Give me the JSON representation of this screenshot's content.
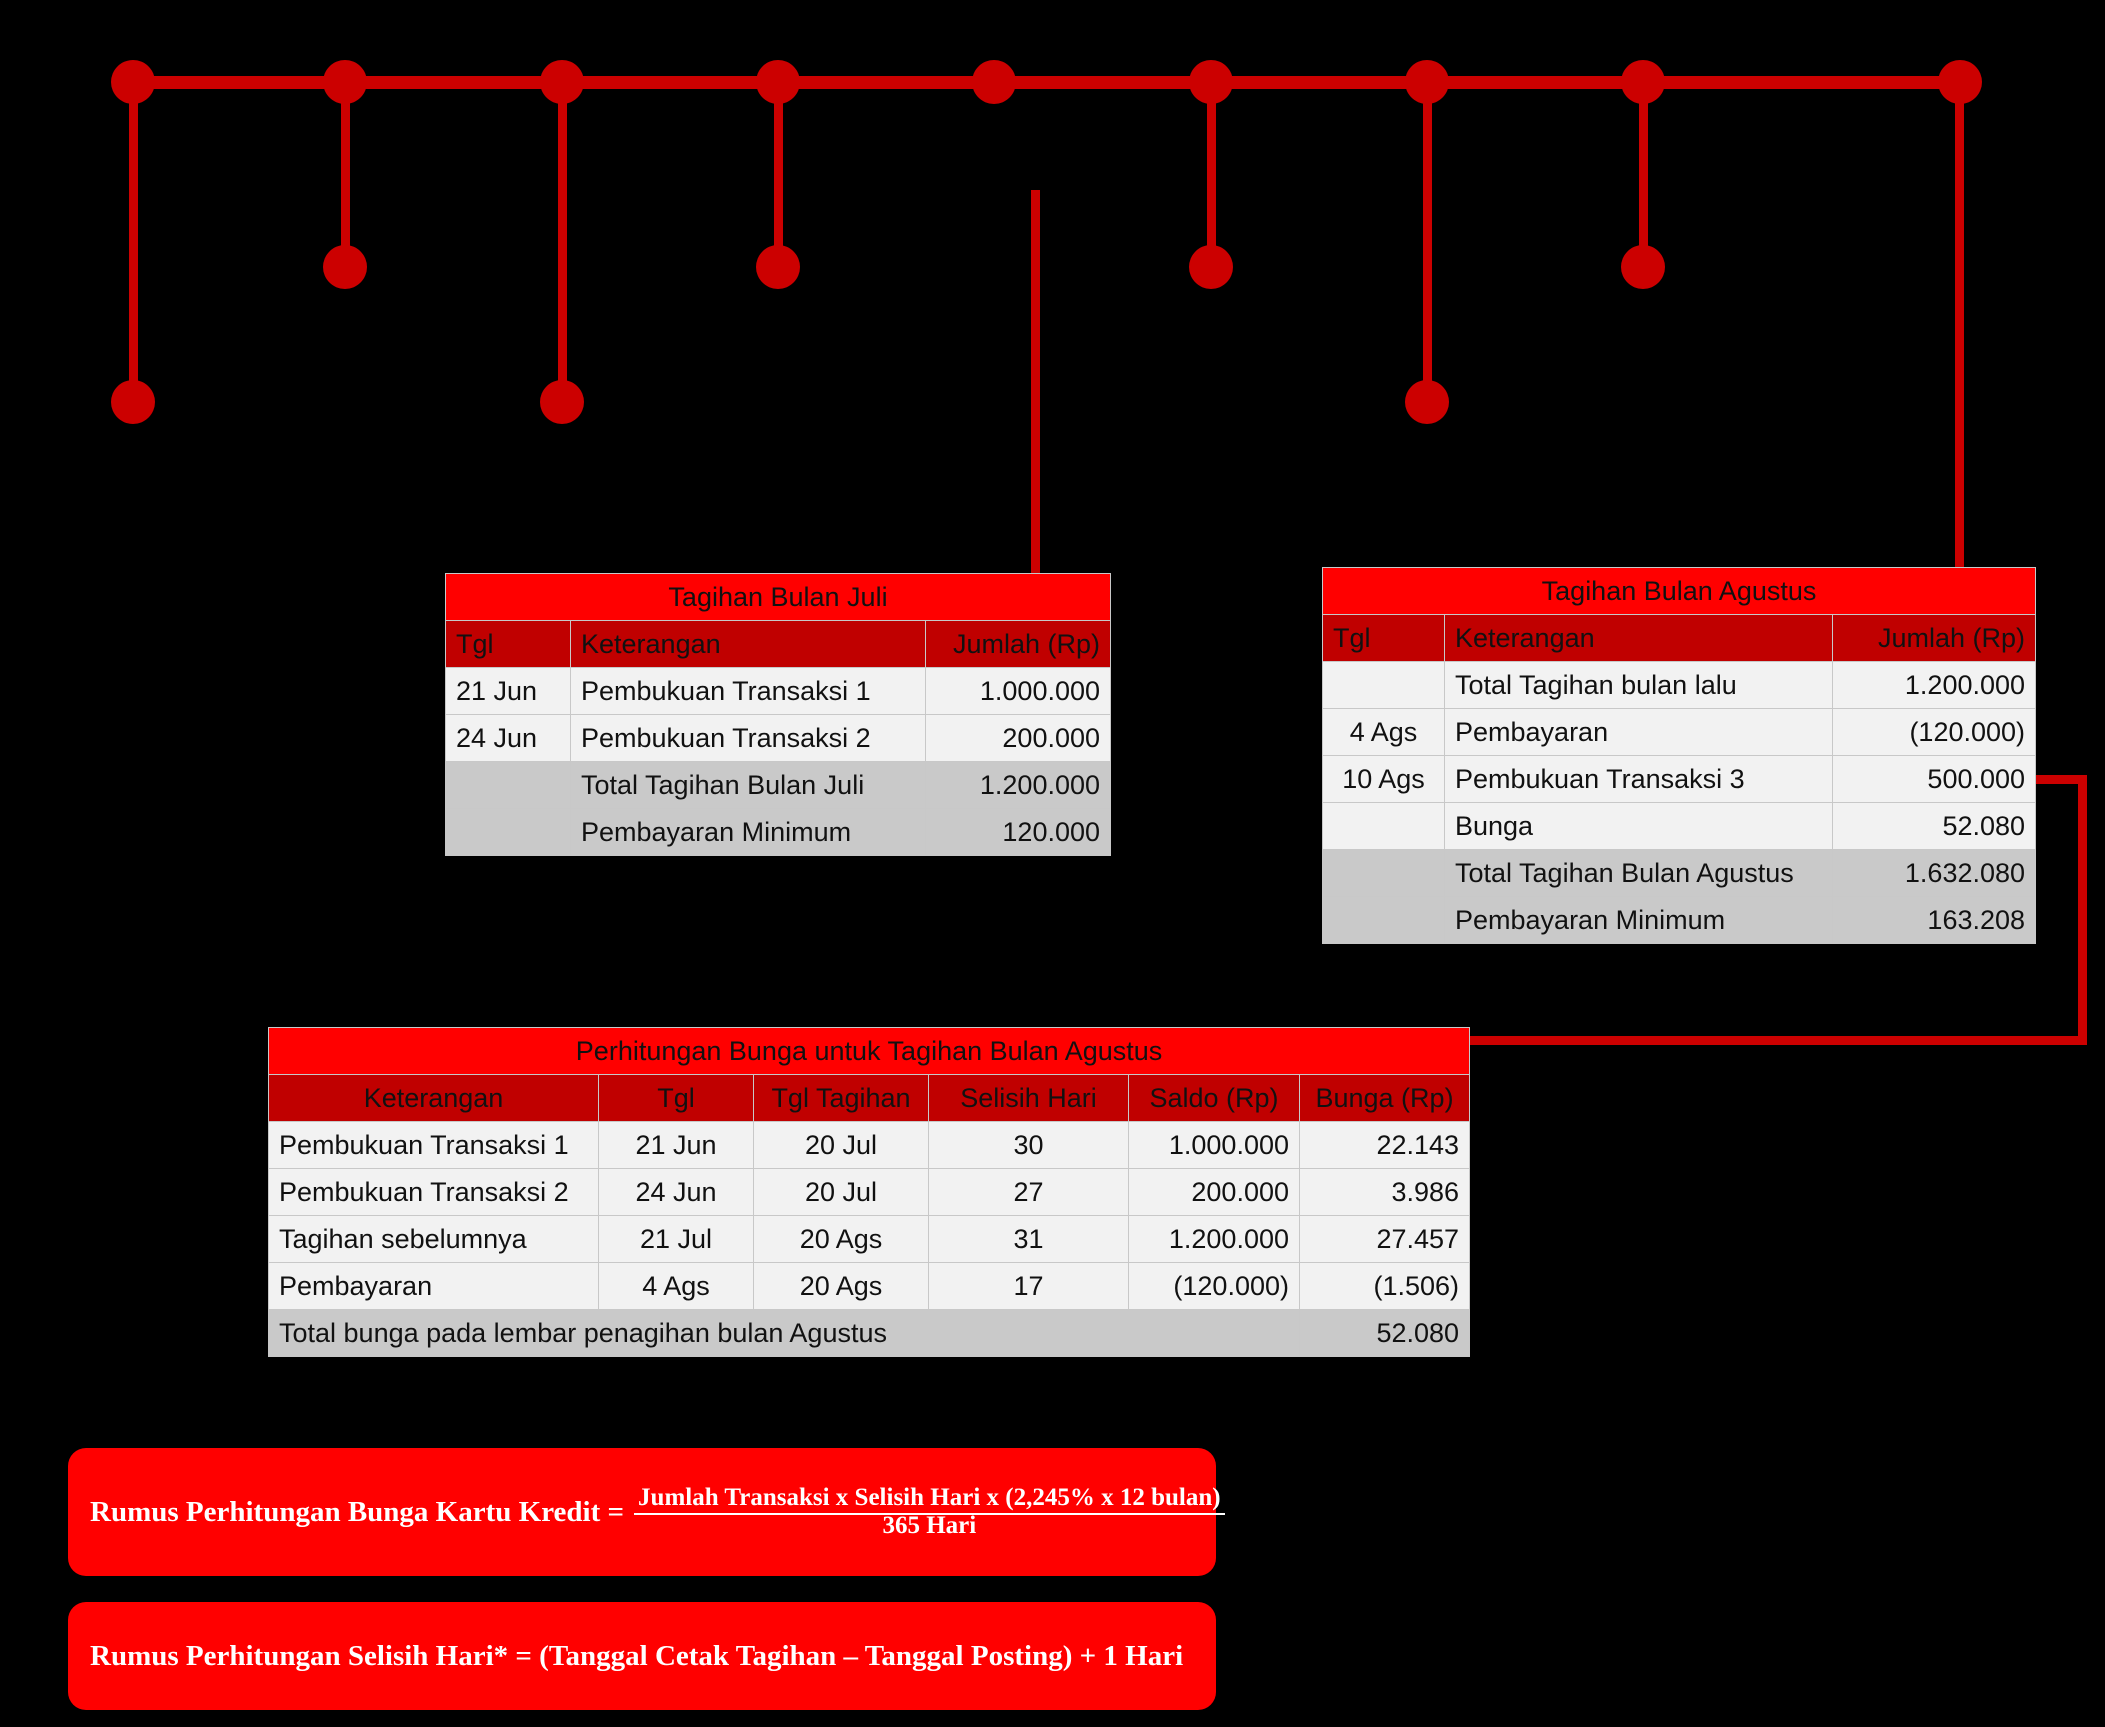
{
  "theme": {
    "bg": "#000000",
    "accent_bright": "#ff0000",
    "accent_dark": "#c00000",
    "rail": "#cc0000",
    "row_light": "#f2f2f2",
    "row_shade": "#c9c9c9"
  },
  "timeline": {
    "node_count": 9,
    "nodes_x": [
      133,
      345,
      562,
      778,
      994,
      1211,
      1427,
      1643,
      1960
    ],
    "drop_y": [
      320,
      185,
      320,
      185,
      0,
      185,
      320,
      185,
      0
    ],
    "connector_lines": [
      "juli-table-connector",
      "agustus-table-connector",
      "agustus-to-bunga-connector"
    ]
  },
  "tables": {
    "juli": {
      "title": "Tagihan Bulan Juli",
      "headers": [
        "Tgl",
        "Keterangan",
        "Jumlah (Rp)"
      ],
      "rows": [
        {
          "tgl": "21 Jun",
          "ket": "Pembukuan Transaksi 1",
          "jml": "1.000.000",
          "shade": false
        },
        {
          "tgl": "24 Jun",
          "ket": "Pembukuan Transaksi 2",
          "jml": "200.000",
          "shade": false
        },
        {
          "tgl": "",
          "ket": "Total Tagihan Bulan Juli",
          "jml": "1.200.000",
          "shade": true
        },
        {
          "tgl": "",
          "ket": "Pembayaran Minimum",
          "jml": "120.000",
          "shade": true
        }
      ]
    },
    "agustus": {
      "title": "Tagihan Bulan Agustus",
      "headers": [
        "Tgl",
        "Keterangan",
        "Jumlah (Rp)"
      ],
      "rows": [
        {
          "tgl": "",
          "ket": "Total Tagihan bulan lalu",
          "jml": "1.200.000",
          "shade": false
        },
        {
          "tgl": "4 Ags",
          "ket": "Pembayaran",
          "jml": "(120.000)",
          "shade": false
        },
        {
          "tgl": "10 Ags",
          "ket": "Pembukuan Transaksi 3",
          "jml": "500.000",
          "shade": false
        },
        {
          "tgl": "",
          "ket": "Bunga",
          "jml": "52.080",
          "shade": false
        },
        {
          "tgl": "",
          "ket": "Total Tagihan Bulan Agustus",
          "jml": "1.632.080",
          "shade": true
        },
        {
          "tgl": "",
          "ket": "Pembayaran Minimum",
          "jml": "163.208",
          "shade": true
        }
      ]
    },
    "bunga": {
      "title": "Perhitungan Bunga untuk Tagihan Bulan Agustus",
      "headers": [
        "Keterangan",
        "Tgl",
        "Tgl Tagihan",
        "Selisih Hari",
        "Saldo (Rp)",
        "Bunga (Rp)"
      ],
      "rows": [
        {
          "ket": "Pembukuan Transaksi 1",
          "tgl": "21 Jun",
          "tgl_tagihan": "20 Jul",
          "selisih": "30",
          "saldo": "1.000.000",
          "bunga": "22.143"
        },
        {
          "ket": "Pembukuan Transaksi 2",
          "tgl": "24 Jun",
          "tgl_tagihan": "20 Jul",
          "selisih": "27",
          "saldo": "200.000",
          "bunga": "3.986"
        },
        {
          "ket": "Tagihan sebelumnya",
          "tgl": "21 Jul",
          "tgl_tagihan": "20 Ags",
          "selisih": "31",
          "saldo": "1.200.000",
          "bunga": "27.457"
        },
        {
          "ket": "Pembayaran",
          "tgl": "4 Ags",
          "tgl_tagihan": "20 Ags",
          "selisih": "17",
          "saldo": "(120.000)",
          "bunga": "(1.506)"
        }
      ],
      "total_label": "Total bunga pada lembar penagihan bulan Agustus",
      "total_value": "52.080"
    }
  },
  "formulas": {
    "bunga": {
      "label": "Rumus Perhitungan Bunga Kartu Kredit =",
      "numerator": "Jumlah Transaksi x Selisih Hari x (2,245% x 12 bulan)",
      "denominator": "365 Hari"
    },
    "selisih_hari": {
      "text": "Rumus Perhitungan Selisih Hari* = (Tanggal Cetak Tagihan – Tanggal Posting) + 1 Hari"
    }
  }
}
